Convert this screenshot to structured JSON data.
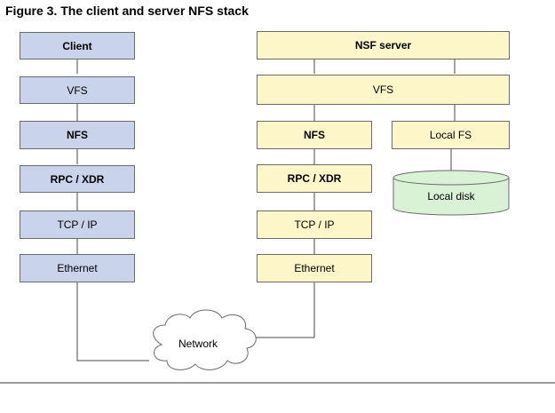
{
  "figure": {
    "title": "Figure 3. The client and server NFS stack"
  },
  "client": {
    "header": "Client",
    "layers": [
      "VFS",
      "NFS",
      "RPC / XDR",
      "TCP / IP",
      "Ethernet"
    ]
  },
  "server": {
    "header": "NSF server",
    "vfs": "VFS",
    "layers": [
      "NFS",
      "RPC / XDR",
      "TCP / IP",
      "Ethernet"
    ],
    "local_fs": "Local FS",
    "local_disk": "Local disk"
  },
  "network": {
    "label": "Network"
  },
  "colors": {
    "client_fill": "#c9d4ea",
    "server_fill": "#fdf6c9",
    "disk_fill": "#d9f2d6",
    "line": "#4a4a4a"
  }
}
